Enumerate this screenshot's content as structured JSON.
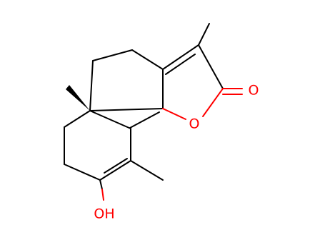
{
  "molecule": {
    "atoms": [
      {
        "id": "ring_oxygen",
        "label": "O"
      },
      {
        "id": "carbonyl_oxygen",
        "label": "O"
      },
      {
        "id": "hydroxyl",
        "label": "OH"
      }
    ],
    "colors": {
      "bond": "#000000",
      "heteroatom": "#ff0000",
      "background": "#ffffff"
    }
  }
}
